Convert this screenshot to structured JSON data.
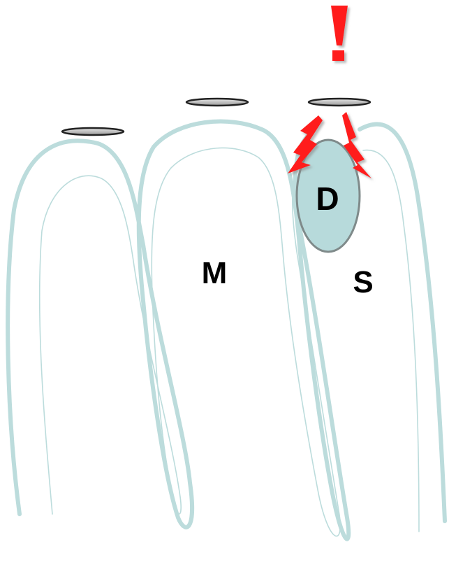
{
  "labels": {
    "alert": "!",
    "droplet": "D",
    "middle_fold": "M",
    "small_fold": "S"
  },
  "colors": {
    "fold_outline": "#bcdcdc",
    "droplet_fill": "#b7dadb",
    "droplet_border": "#7f8a8a",
    "disc_fill": "#c8c8c8",
    "disc_border": "#222222",
    "lightning": "#ff1f1f",
    "alert": "#ff1f1f",
    "label_text": "#000000"
  },
  "icons": {
    "alert": "exclamation-icon",
    "discharge": "lightning-bolt-icon",
    "sensor": "flat-disc-icon"
  }
}
